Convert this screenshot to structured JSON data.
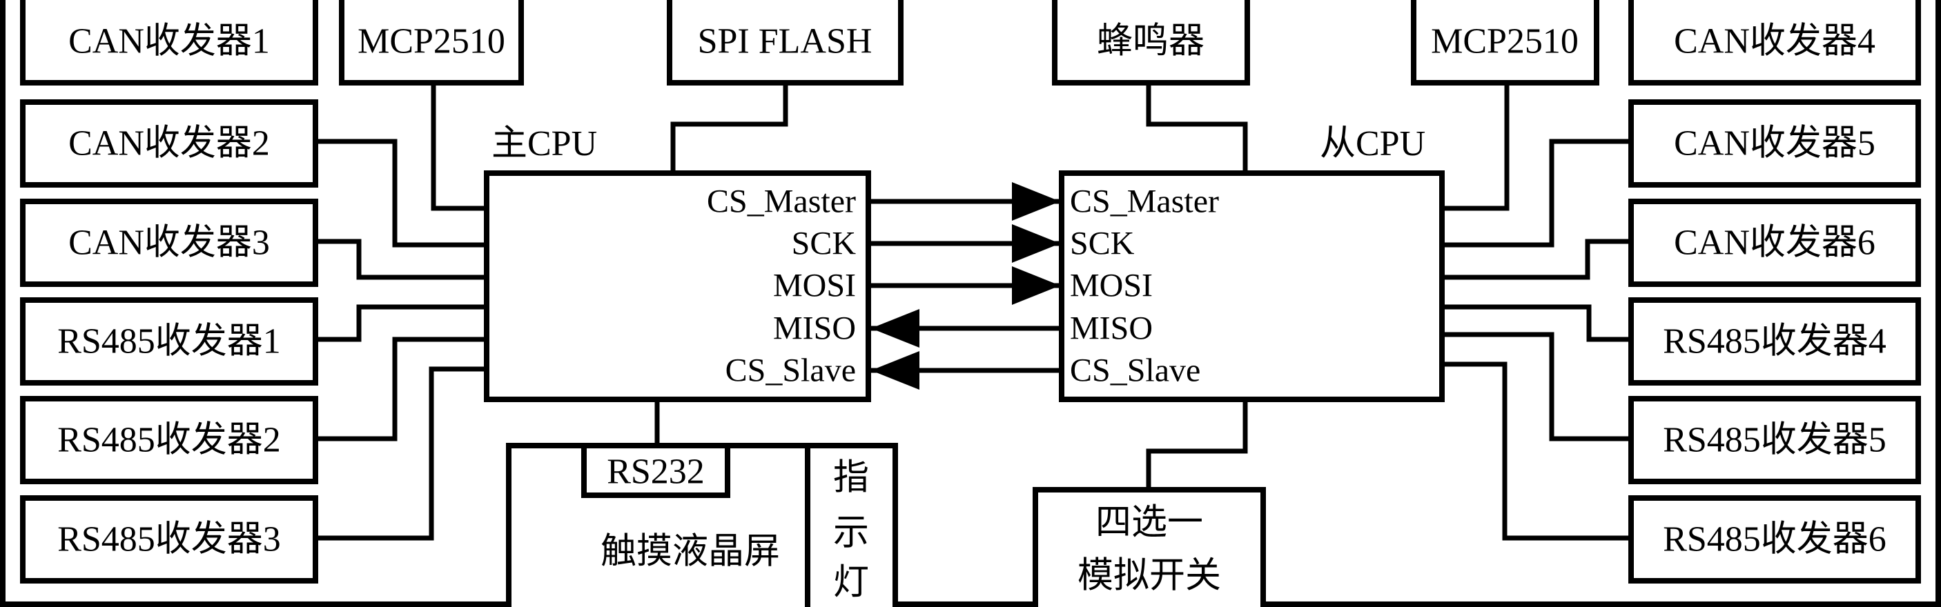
{
  "left_blocks": [
    "CAN收发器1",
    "CAN收发器2",
    "CAN收发器3",
    "RS485收发器1",
    "RS485收发器2",
    "RS485收发器3"
  ],
  "right_blocks": [
    "CAN收发器4",
    "CAN收发器5",
    "CAN收发器6",
    "RS485收发器4",
    "RS485收发器5",
    "RS485收发器6"
  ],
  "top": {
    "mcp_left": "MCP2510",
    "spi_flash": "SPI FLASH",
    "buzzer": "蜂鸣器",
    "mcp_right": "MCP2510"
  },
  "master_cpu": {
    "title": "主CPU",
    "pins": [
      "CS_Master",
      "SCK",
      "MOSI",
      "MISO",
      "CS_Slave"
    ]
  },
  "slave_cpu": {
    "title": "从CPU",
    "pins": [
      "CS_Master",
      "SCK",
      "MOSI",
      "MISO",
      "CS_Slave"
    ]
  },
  "spi_directions": [
    "to-slave",
    "to-slave",
    "to-slave",
    "to-master",
    "to-master"
  ],
  "bottom": {
    "touch_screen": "触摸液晶屏",
    "rs232": "RS232",
    "indicator": [
      "指",
      "示",
      "灯"
    ],
    "mux_line1": "四选一",
    "mux_line2": "模拟开关"
  }
}
